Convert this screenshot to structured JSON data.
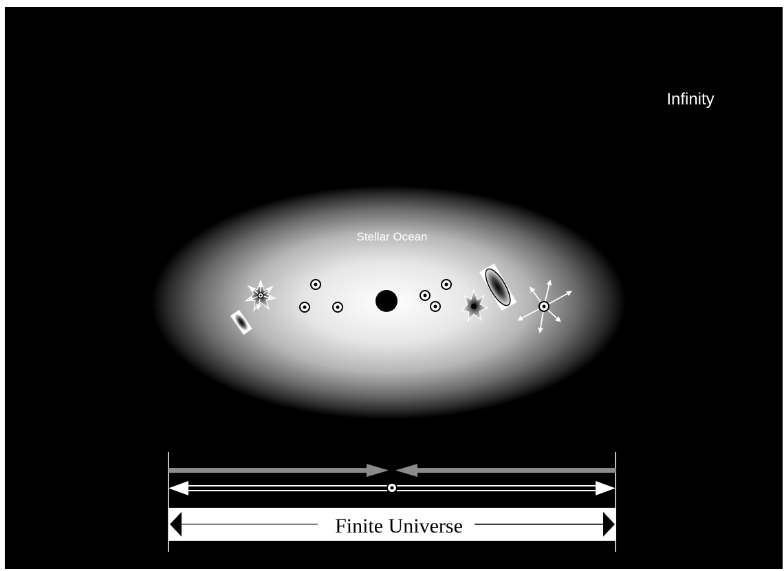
{
  "labels": {
    "infinity": "Infinity",
    "stellar_ocean": "Stellar Ocean",
    "finite_universe": "Finite Universe"
  },
  "colors": {
    "background": "#000000",
    "frame": "#ffffff",
    "ocean_core": "#ffffff",
    "ocean_edge": "#000000",
    "converging_arrows": "#8c8c8c",
    "bar_fill": "#ffffff",
    "text_light": "#ffffff",
    "text_dark": "#000000"
  },
  "icons": {
    "central_body": "black-hole-icon",
    "orbiting_star": "ringed-star-icon",
    "exploding_star": "burst-star-icon",
    "galaxy": "elliptical-galaxy-icon"
  }
}
